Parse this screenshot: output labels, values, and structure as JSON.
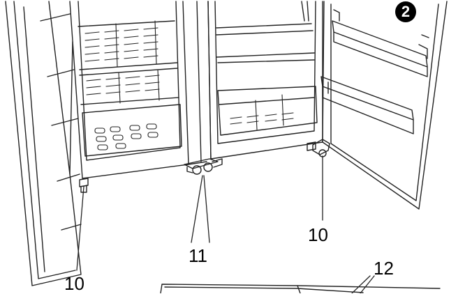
{
  "figure": {
    "step_badge": "2",
    "callouts": [
      {
        "id": "left-foot",
        "label": "10"
      },
      {
        "id": "center-hinge",
        "label": "11"
      },
      {
        "id": "right-foot",
        "label": "10"
      },
      {
        "id": "base-cover",
        "label": "12"
      }
    ]
  }
}
